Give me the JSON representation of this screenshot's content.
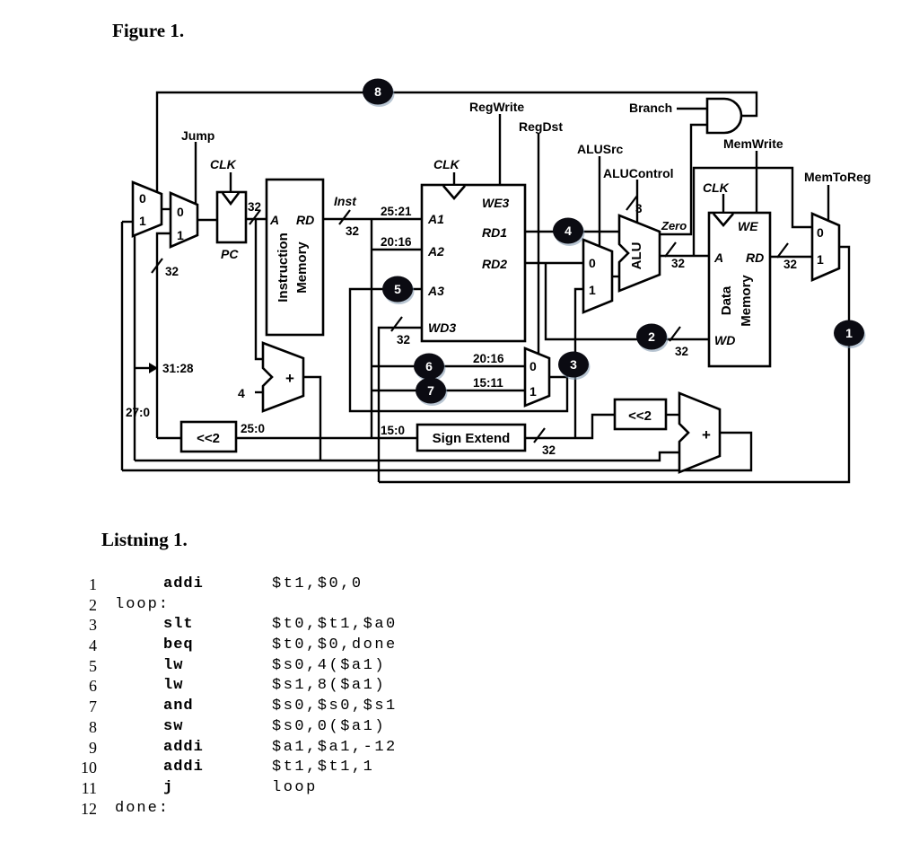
{
  "figure": {
    "title": "Figure 1."
  },
  "diagram": {
    "signals": {
      "jump": "Jump",
      "clk": "CLK",
      "branch": "Branch",
      "regwrite": "RegWrite",
      "regdst": "RegDst",
      "alusrc": "ALUSrc",
      "alucontrol": "ALUControl",
      "memwrite": "MemWrite",
      "memtoreg": "MemToReg",
      "zero": "Zero",
      "inst": "Inst"
    },
    "blocks": {
      "pc": "PC",
      "instruction_memory_line1": "Instruction",
      "instruction_memory_line2": "Memory",
      "data_memory_line1": "Data",
      "data_memory_line2": "Memory",
      "alu": "ALU",
      "sign_extend": "Sign Extend",
      "shift_left_2": "<<2",
      "plus": "+",
      "four": "4"
    },
    "ports": {
      "a": "A",
      "rd": "RD",
      "we": "WE",
      "we3": "WE3",
      "a1": "A1",
      "a2": "A2",
      "a3": "A3",
      "wd3": "WD3",
      "rd1": "RD1",
      "rd2": "RD2",
      "wd": "WD"
    },
    "bits": {
      "b25_21": "25:21",
      "b20_16": "20:16",
      "b15_11": "15:11",
      "b15_0": "15:0",
      "b31_28": "31:28",
      "b27_0": "27:0",
      "b25_0": "25:0"
    },
    "widths": {
      "w32": "32",
      "w3": "3"
    },
    "mux": {
      "zero": "0",
      "one": "1"
    },
    "markers": {
      "m1": "1",
      "m2": "2",
      "m3": "3",
      "m4": "4",
      "m5": "5",
      "m6": "6",
      "m7": "7",
      "m8": "8"
    }
  },
  "listing": {
    "title": "Listning 1.",
    "lines": [
      {
        "num": "1",
        "label": "",
        "op": "addi",
        "args": "$t1,$0,0"
      },
      {
        "num": "2",
        "label": "loop:",
        "op": "",
        "args": ""
      },
      {
        "num": "3",
        "label": "",
        "op": "slt",
        "args": "$t0,$t1,$a0"
      },
      {
        "num": "4",
        "label": "",
        "op": "beq",
        "args": "$t0,$0,done"
      },
      {
        "num": "5",
        "label": "",
        "op": "lw",
        "args": "$s0,4($a1)"
      },
      {
        "num": "6",
        "label": "",
        "op": "lw",
        "args": "$s1,8($a1)"
      },
      {
        "num": "7",
        "label": "",
        "op": "and",
        "args": "$s0,$s0,$s1"
      },
      {
        "num": "8",
        "label": "",
        "op": "sw",
        "args": "$s0,0($a1)"
      },
      {
        "num": "9",
        "label": "",
        "op": "addi",
        "args": "$a1,$a1,-12"
      },
      {
        "num": "10",
        "label": "",
        "op": "addi",
        "args": "$t1,$t1,1"
      },
      {
        "num": "11",
        "label": "",
        "op": "j",
        "args": "loop"
      },
      {
        "num": "12",
        "label": "done:",
        "op": "",
        "args": ""
      }
    ]
  }
}
